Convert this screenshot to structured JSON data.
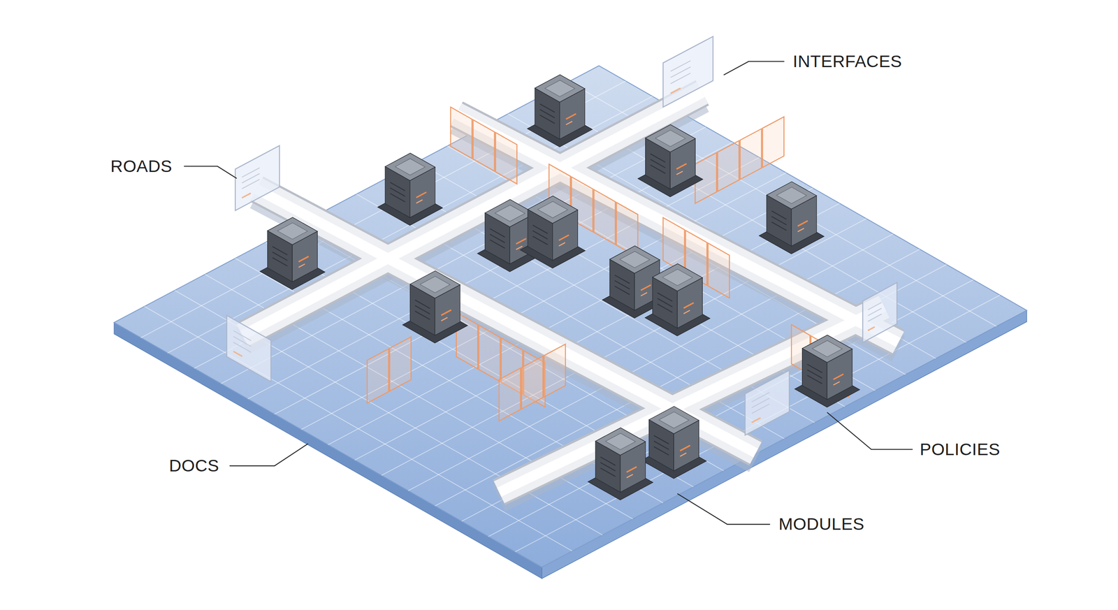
{
  "diagram": {
    "labels": [
      "INTERFACES",
      "ROADS",
      "POLICIES",
      "DOCS",
      "MODULES"
    ]
  }
}
